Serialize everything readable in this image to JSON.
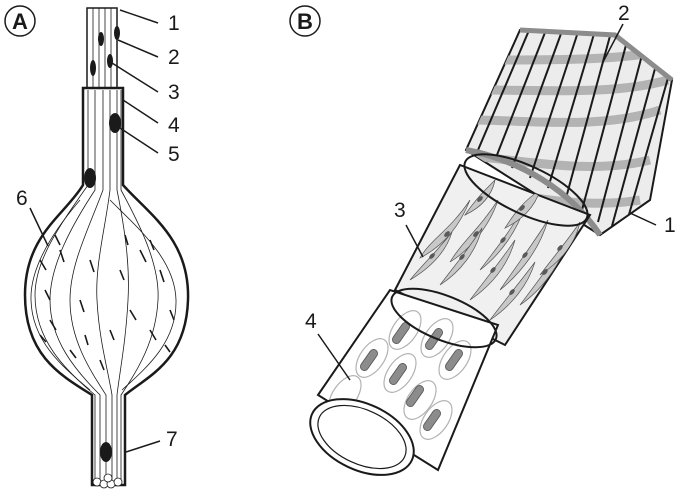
{
  "panels": [
    {
      "id": "A",
      "label": "A"
    },
    {
      "id": "B",
      "label": "B"
    }
  ],
  "callouts_a": [
    "1",
    "2",
    "3",
    "4",
    "5",
    "6",
    "7"
  ],
  "callouts_b": [
    "1",
    "2",
    "3",
    "4"
  ],
  "colors": {
    "outline": "#1a1a1a",
    "nucleus": "#1a1a1a",
    "grey_band": "#b3b3b3",
    "light_fill": "#e6e6e6",
    "nucleus_b": "#8c8c8c"
  }
}
